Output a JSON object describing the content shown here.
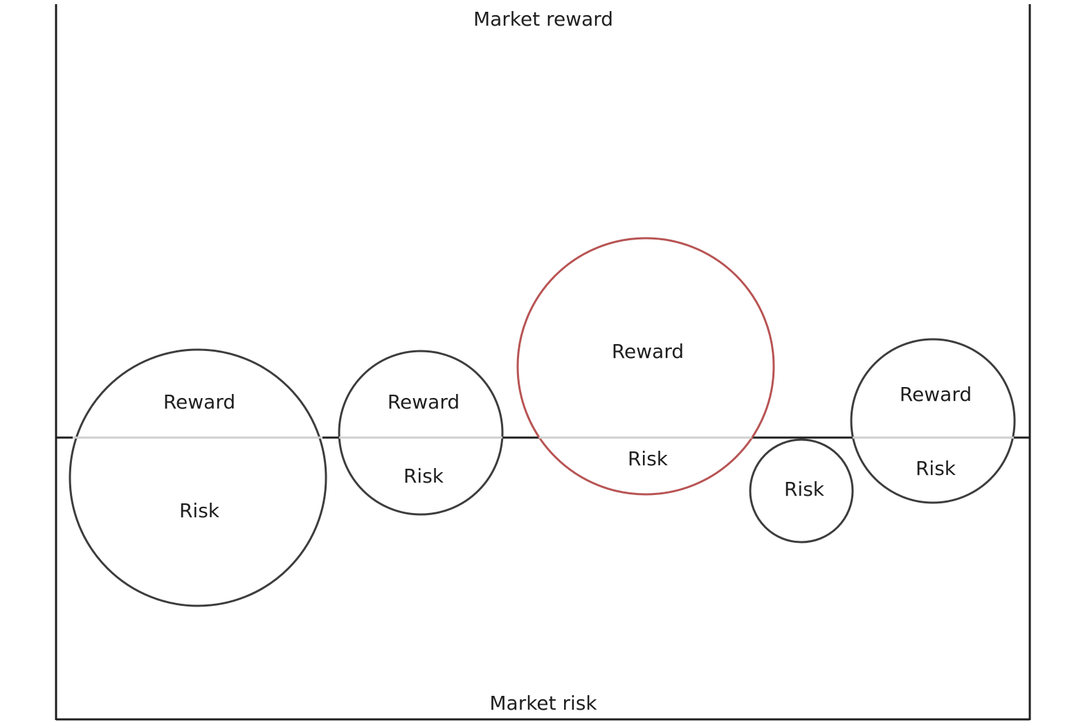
{
  "axis": {
    "top_label": "Market reward",
    "bottom_label": "Market risk"
  },
  "colors": {
    "frame": "#1f1f1f",
    "circle_default": "#3d3d3d",
    "circle_highlight": "#b85454",
    "center_line_overlay": "#cfcfcf",
    "text": "#1f1f1f"
  },
  "circles": [
    {
      "id": "circle-1",
      "highlighted": false,
      "top_label": "Reward",
      "bottom_label": "Risk"
    },
    {
      "id": "circle-2",
      "highlighted": false,
      "top_label": "Reward",
      "bottom_label": "Risk"
    },
    {
      "id": "circle-3",
      "highlighted": true,
      "top_label": "Reward",
      "bottom_label": "Risk"
    },
    {
      "id": "circle-4",
      "highlighted": false,
      "top_label": "",
      "bottom_label": "Risk"
    },
    {
      "id": "circle-5",
      "highlighted": false,
      "top_label": "Reward",
      "bottom_label": "Risk"
    }
  ]
}
